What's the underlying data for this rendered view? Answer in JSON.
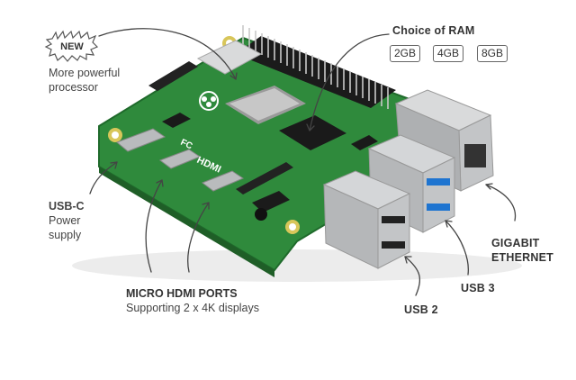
{
  "badge": {
    "text": "NEW"
  },
  "processor": {
    "line1": "More powerful",
    "line2": "processor"
  },
  "ram": {
    "title": "Choice of RAM",
    "options": [
      "2GB",
      "4GB",
      "8GB"
    ]
  },
  "usbc": {
    "title": "USB-C",
    "line1": "Power",
    "line2": "supply"
  },
  "hdmi": {
    "title": "MICRO HDMI PORTS",
    "subtitle": "Supporting 2 x 4K displays"
  },
  "usb2": {
    "title": "USB 2"
  },
  "usb3": {
    "title": "USB 3"
  },
  "ethernet": {
    "line1": "GIGABIT",
    "line2": "ETHERNET"
  },
  "board": {
    "hdmi_print": "HDMI",
    "fc_print": "FC"
  },
  "colors": {
    "pcb": "#2f8a3c",
    "usb3_blue": "#1e74d0",
    "metal": "#c9cbcd",
    "text": "#333333"
  }
}
